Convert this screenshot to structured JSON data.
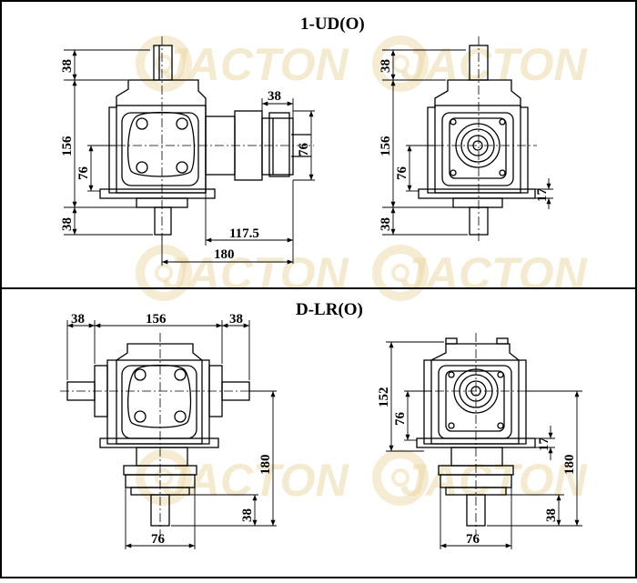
{
  "sections": {
    "top": {
      "title": "1-UD(O)"
    },
    "bottom": {
      "title": "D-LR(O)"
    }
  },
  "watermark": {
    "text": "JACTON"
  },
  "dims": {
    "tl_shaft_top": "38",
    "tl_height": "156",
    "tl_inner": "76",
    "tl_shaft_bottom": "38",
    "tl_side_shaft": "38",
    "tl_flange": "76",
    "tl_offset": "117.5",
    "tl_total": "180",
    "tr_shaft_top": "38",
    "tr_height": "156",
    "tr_inner": "76",
    "tr_base": "17",
    "tr_shaft_bottom": "38",
    "bl_left_shaft": "38",
    "bl_width": "156",
    "bl_right_shaft": "38",
    "bl_total": "180",
    "bl_shaft_bottom": "38",
    "bl_flange": "76",
    "br_height": "152",
    "br_inner": "76",
    "br_base": "17",
    "br_total": "180",
    "br_shaft_bottom": "38",
    "br_flange": "76"
  },
  "colors": {
    "line": "#000000",
    "background": "#ffffff",
    "watermark": "#ecd9a8"
  }
}
